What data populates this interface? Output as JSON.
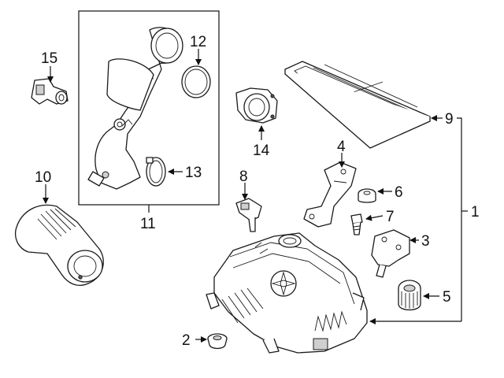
{
  "callouts": [
    {
      "id": "1",
      "text": "1"
    },
    {
      "id": "2",
      "text": "2"
    },
    {
      "id": "3",
      "text": "3"
    },
    {
      "id": "4",
      "text": "4"
    },
    {
      "id": "5",
      "text": "5"
    },
    {
      "id": "6",
      "text": "6"
    },
    {
      "id": "7",
      "text": "7"
    },
    {
      "id": "8",
      "text": "8"
    },
    {
      "id": "9",
      "text": "9"
    },
    {
      "id": "10",
      "text": "10"
    },
    {
      "id": "11",
      "text": "11"
    },
    {
      "id": "12",
      "text": "12"
    },
    {
      "id": "13",
      "text": "13"
    },
    {
      "id": "14",
      "text": "14"
    },
    {
      "id": "15",
      "text": "15"
    }
  ],
  "colors": {
    "line": "#111111",
    "background": "#ffffff",
    "shade": "#cfcfcf"
  }
}
